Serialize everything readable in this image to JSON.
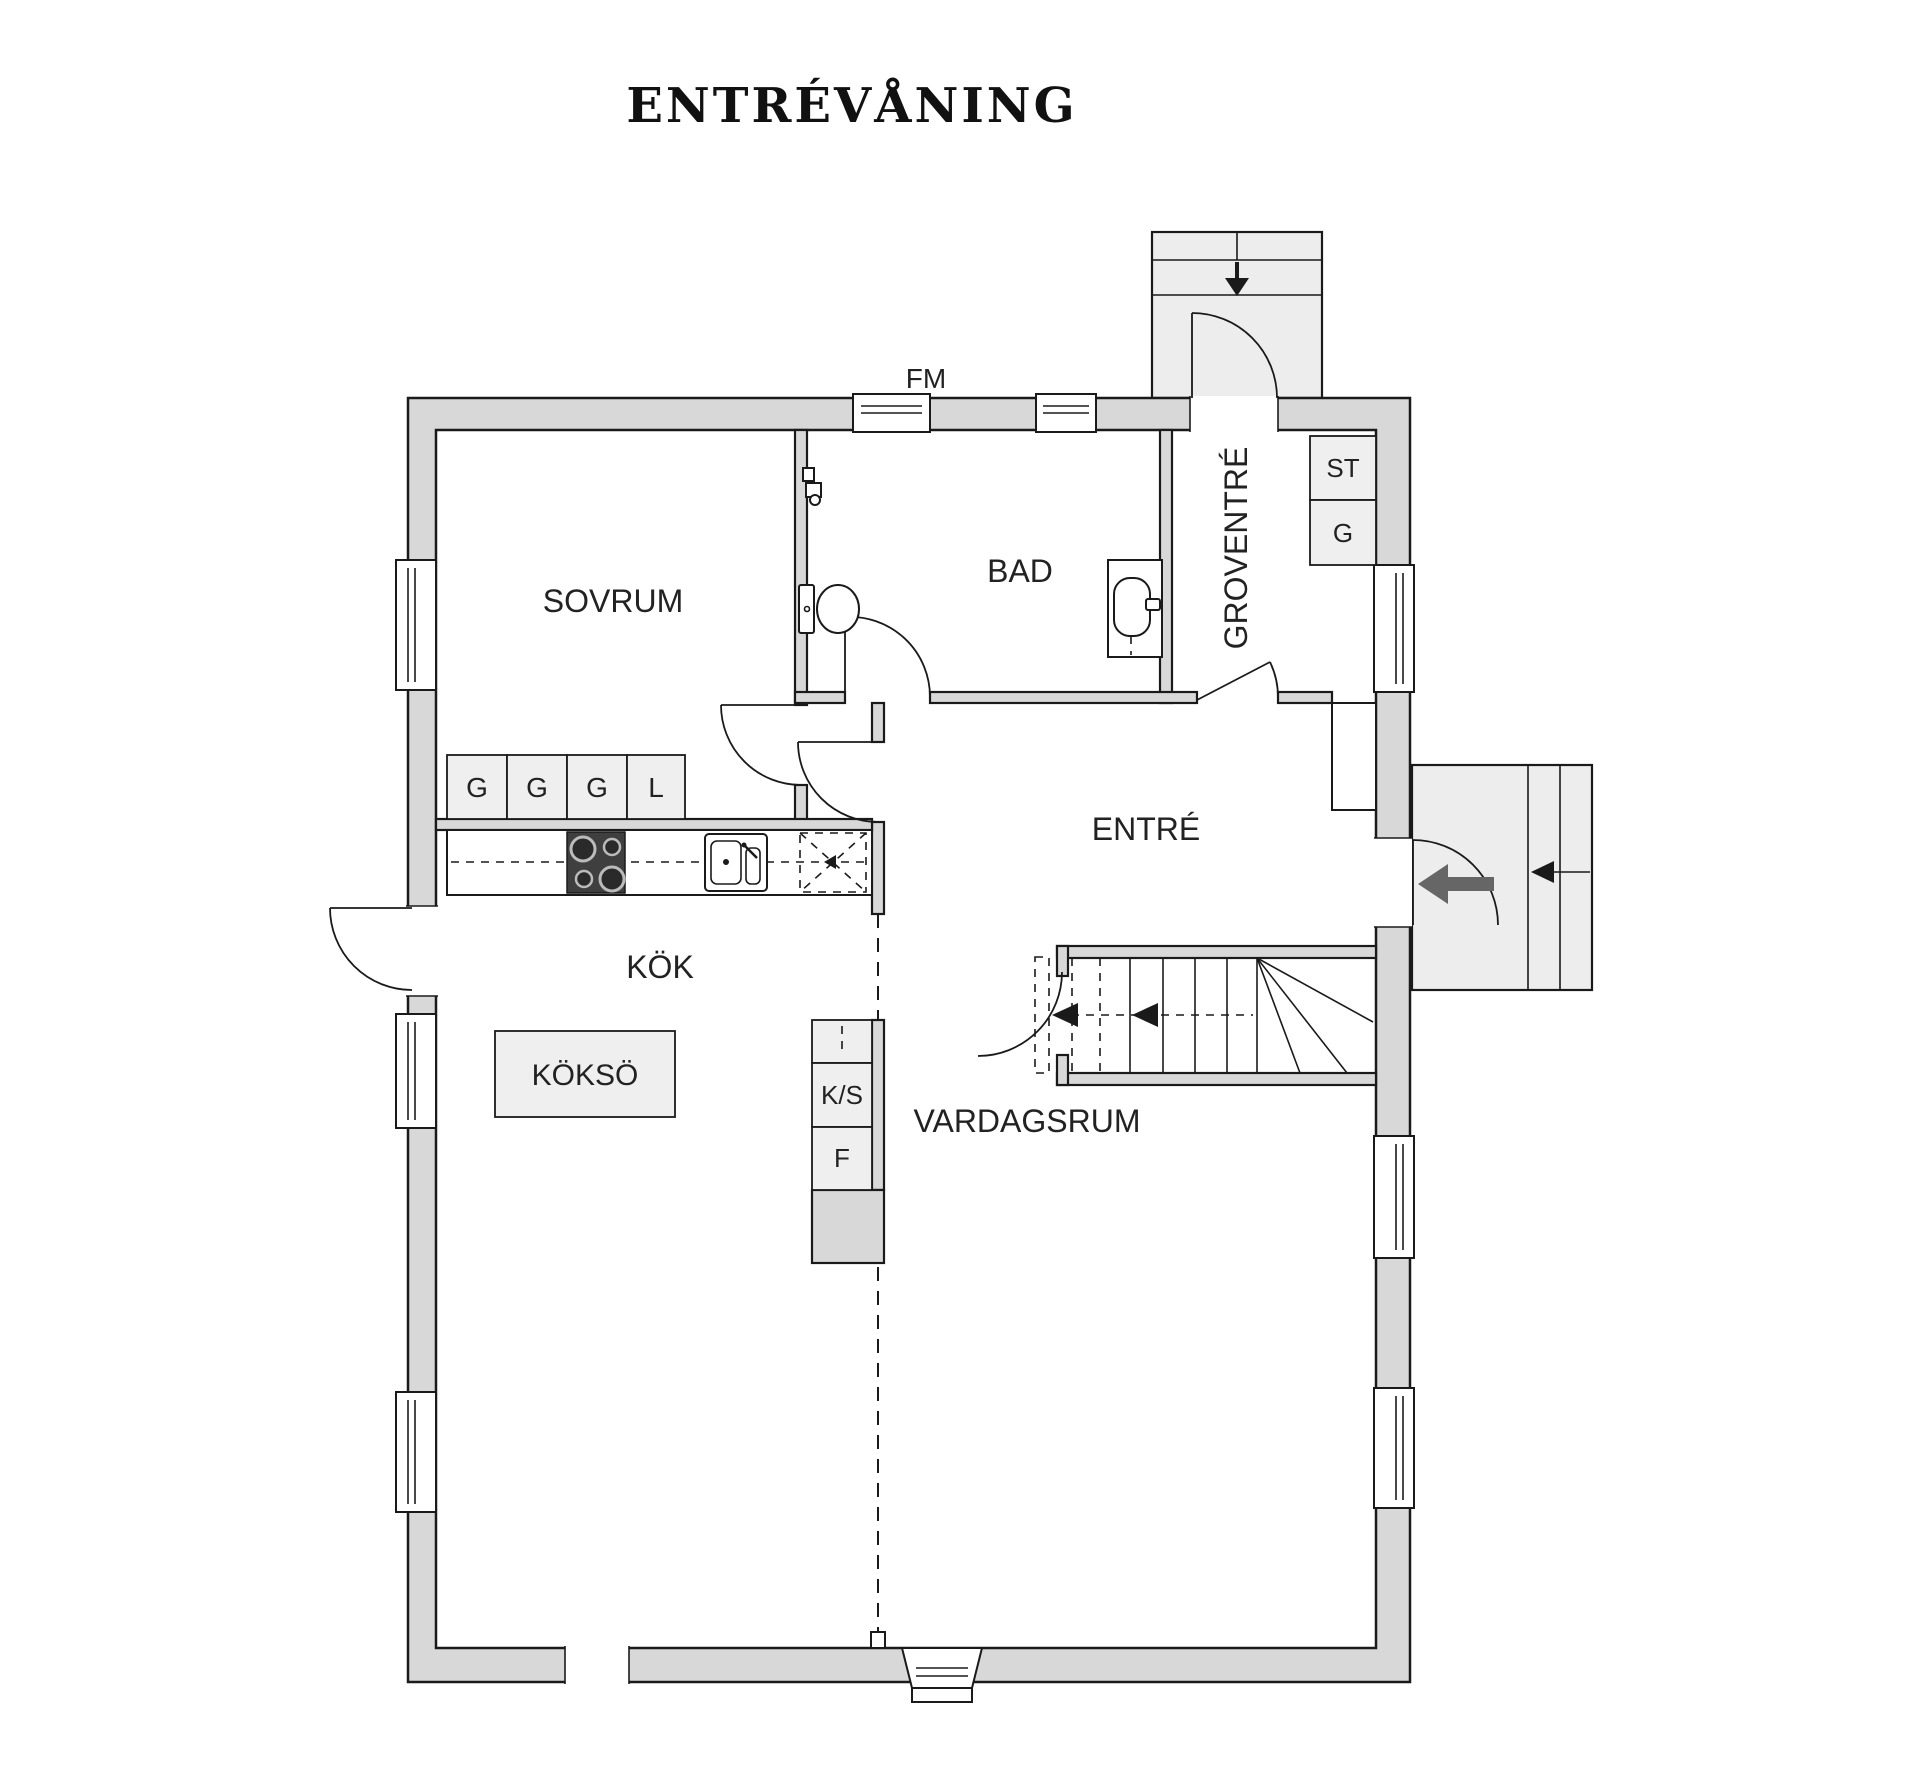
{
  "title": "ENTRÉVÅNING",
  "rooms": {
    "sovrum": "SOVRUM",
    "bad": "BAD",
    "groventre": "GROVENTRÉ",
    "entre": "ENTRÉ",
    "kok": "KÖK",
    "vardagsrum": "VARDAGSRUM"
  },
  "furniture": {
    "wardrobes": [
      "G",
      "G",
      "G",
      "L"
    ],
    "closet_st": "ST",
    "closet_g": "G",
    "kitchen_island": "KÖKSÖ",
    "cooler_freezer": "K/S",
    "fridge": "F",
    "window_fm": "FM"
  },
  "colors": {
    "wall_fill": "#d8d8d8",
    "furniture_fill": "#efefef",
    "stair_fill": "#ededed",
    "outline": "#1a1a1a",
    "direction_arrow": "#666666",
    "background": "#ffffff"
  }
}
